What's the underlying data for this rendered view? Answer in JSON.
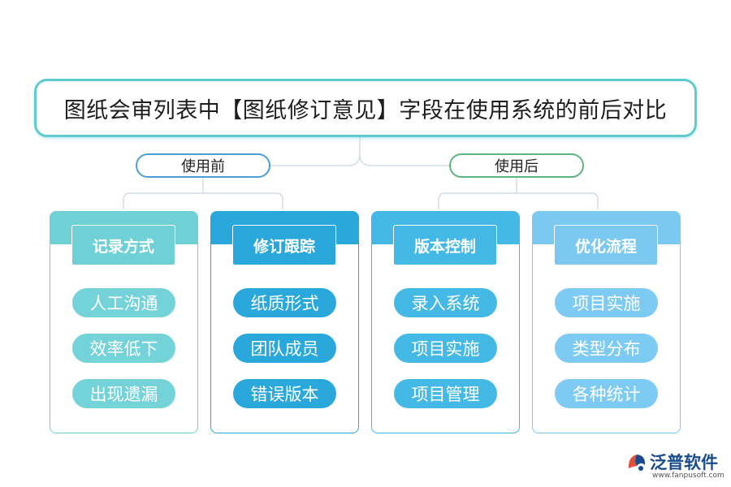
{
  "title": "图纸会审列表中【图纸修订意见】字段在使用系统的前后对比",
  "groups": [
    {
      "label": "使用前"
    },
    {
      "label": "使用后"
    }
  ],
  "cards": [
    {
      "title": "记录方式",
      "items": [
        "人工沟通",
        "效率低下",
        "出现遗漏"
      ]
    },
    {
      "title": "修订跟踪",
      "items": [
        "纸质形式",
        "团队成员",
        "错误版本"
      ]
    },
    {
      "title": "版本控制",
      "items": [
        "录入系统",
        "项目实施",
        "项目管理"
      ]
    },
    {
      "title": "优化流程",
      "items": [
        "项目实施",
        "类型分布",
        "各种统计"
      ]
    }
  ],
  "logo": {
    "name": "泛普软件",
    "url": "www.fanpusoft.com",
    "icon": "fanpu-logo-icon"
  },
  "colors": {
    "title_border": "#5ecbd0",
    "before_border": "#4a9fd6",
    "after_border": "#5ab77a",
    "card1": "#6fd0d6",
    "card2": "#2aa8db",
    "card3": "#45b9e6",
    "card4": "#7bc9f0",
    "connector": "#d2dce6"
  }
}
